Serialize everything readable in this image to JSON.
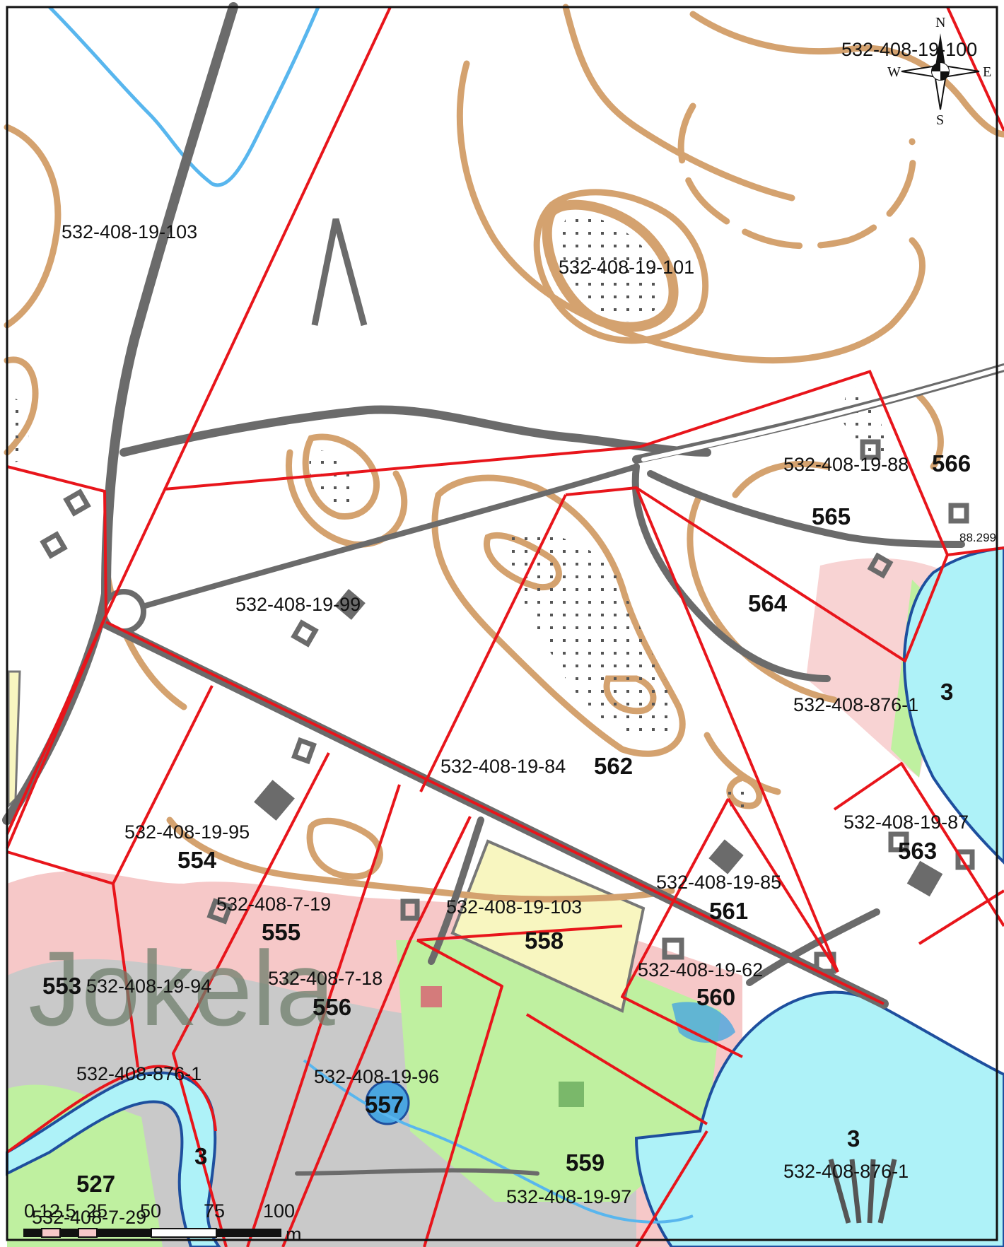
{
  "map": {
    "place_name": "Jokela",
    "parcels": [
      {
        "id": "532-408-19-100",
        "number": ""
      },
      {
        "id": "532-408-19-103",
        "number": ""
      },
      {
        "id": "532-408-19-101",
        "number": ""
      },
      {
        "id": "532-408-19-88",
        "number": "566"
      },
      {
        "id": "",
        "number": "565"
      },
      {
        "id": "532-408-19-99",
        "number": ""
      },
      {
        "id": "",
        "number": "564"
      },
      {
        "id": "532-408-876-1",
        "number": "3"
      },
      {
        "id": "532-408-19-84",
        "number": "562"
      },
      {
        "id": "532-408-19-87",
        "number": "563"
      },
      {
        "id": "532-408-19-95",
        "number": "554"
      },
      {
        "id": "532-408-19-85",
        "number": "561"
      },
      {
        "id": "532-408-7-19",
        "number": "555"
      },
      {
        "id": "532-408-19-103",
        "number": "558"
      },
      {
        "id": "532-408-19-62",
        "number": "560"
      },
      {
        "id": "532-408-19-94",
        "number": "553"
      },
      {
        "id": "532-408-7-18",
        "number": "556"
      },
      {
        "id": "532-408-876-1",
        "number": ""
      },
      {
        "id": "532-408-19-96",
        "number": "557"
      },
      {
        "id": "532-408-876-1",
        "number": "3"
      },
      {
        "id": "",
        "number": "3"
      },
      {
        "id": "532-408-7-29",
        "number": "527"
      },
      {
        "id": "",
        "number": "559"
      },
      {
        "id": "532-408-19-97",
        "number": ""
      }
    ],
    "elevation_label": "88.299",
    "compass": {
      "n": "N",
      "s": "S",
      "e": "E",
      "w": "W"
    },
    "scale_bar": {
      "ticks": [
        "0",
        "12.5",
        "25",
        "50",
        "75",
        "100"
      ],
      "unit": "m"
    },
    "colors": {
      "parcel_boundary": "#e8151b",
      "road": "#6b6b6b",
      "contour": "#d4a26f",
      "stream": "#58b6ee",
      "water": "#aef2f8",
      "shore": "#1e4f9e",
      "field": "#f8f6c0",
      "vegetation": "#bff0a0",
      "rock": "#c9c9c9"
    }
  }
}
